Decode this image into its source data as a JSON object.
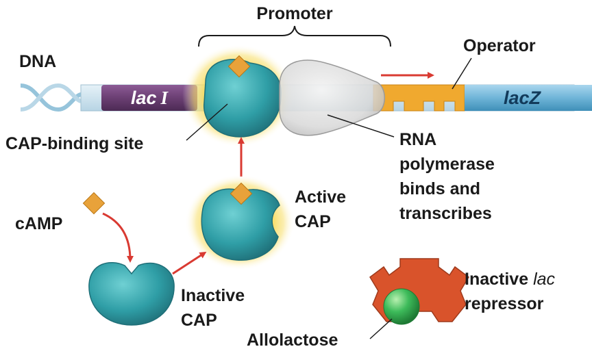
{
  "labels": {
    "promoter": "Promoter",
    "dna": "DNA",
    "operator": "Operator",
    "laci_gene": "lac",
    "laci_suffix": "I",
    "lacz_gene": "lacZ",
    "cap_binding_site": "CAP-binding site",
    "rna_pol_line1": "RNA",
    "rna_pol_line2": "polymerase",
    "rna_pol_line3": "binds and",
    "rna_pol_line4": "transcribes",
    "camp": "cAMP",
    "active_cap_line1": "Active",
    "active_cap_line2": "CAP",
    "inactive_cap_line1": "Inactive",
    "inactive_cap_line2": "CAP",
    "repressor_line1_a": "Inactive ",
    "repressor_line1_b": "lac",
    "repressor_line2": "repressor",
    "allolactose": "Allolactose"
  },
  "colors": {
    "cap_teal": "#2f9ea6",
    "camp_orange": "#e8a23a",
    "arrow_red": "#d93a32",
    "laci_purple": "#6b3f73",
    "operator_orange": "#f0a92f",
    "lacz_blue": "#6fb5d8",
    "repressor_red": "#d9532b",
    "allolactose_green": "#3dbb5a",
    "glow_yellow": "#f6d64a"
  }
}
